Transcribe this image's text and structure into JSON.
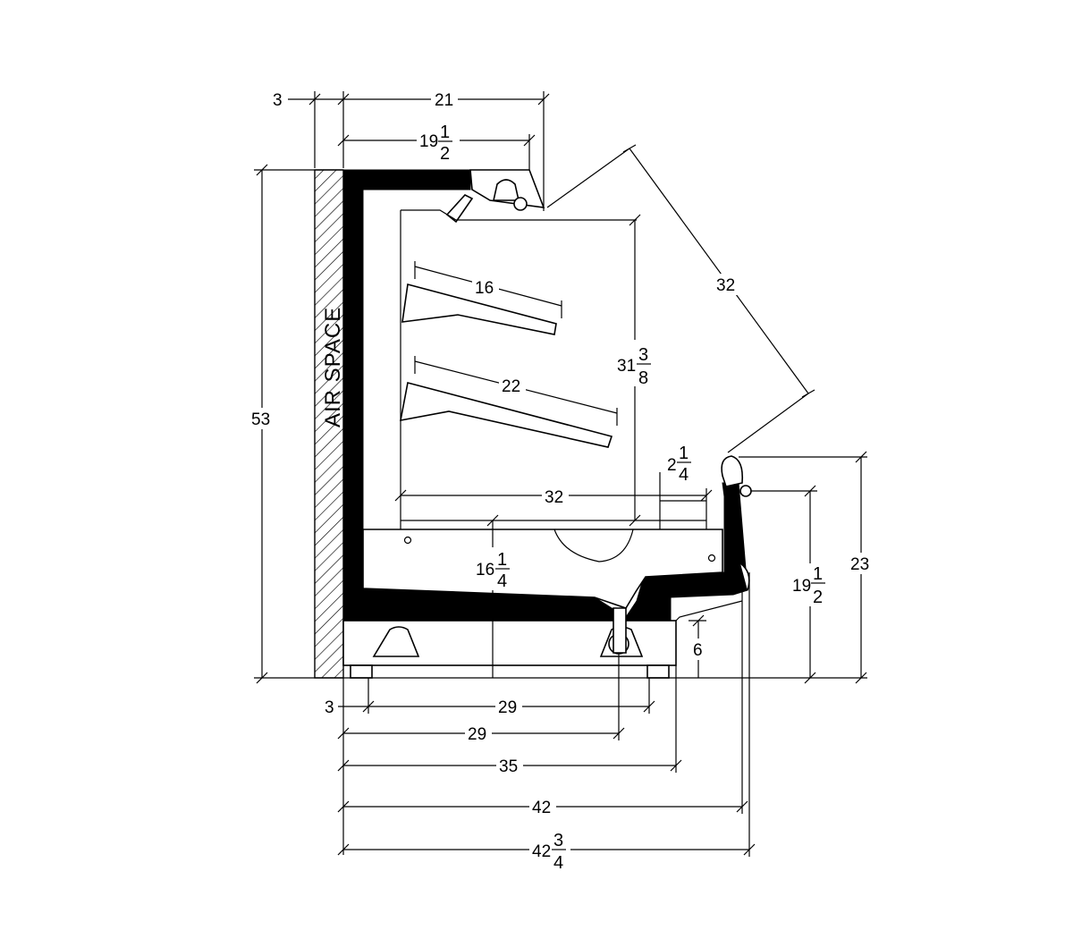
{
  "labels": {
    "air_space": "AIR SPACE"
  },
  "dimensions": {
    "top_wall_gap": "3",
    "top_width": "21",
    "top_inner_whole": "19",
    "top_inner_num": "1",
    "top_inner_den": "2",
    "total_height": "53",
    "shelf_upper": "16",
    "shelf_lower": "22",
    "display_height_whole": "31",
    "display_height_num": "3",
    "display_height_den": "8",
    "diagonal_opening": "32",
    "deck_depth": "32",
    "bumper_whole": "2",
    "bumper_num": "1",
    "bumper_den": "4",
    "base_height_whole": "16",
    "base_height_num": "1",
    "base_height_den": "4",
    "front_height_whole": "19",
    "front_height_num": "1",
    "front_height_den": "2",
    "front_total": "23",
    "kick_height": "6",
    "bottom_wall_gap": "3",
    "leg_span": "29",
    "drain_position": "29",
    "base_depth": "35",
    "overall_depth": "42",
    "overall_bumper_whole": "42",
    "overall_bumper_num": "3",
    "overall_bumper_den": "4"
  }
}
